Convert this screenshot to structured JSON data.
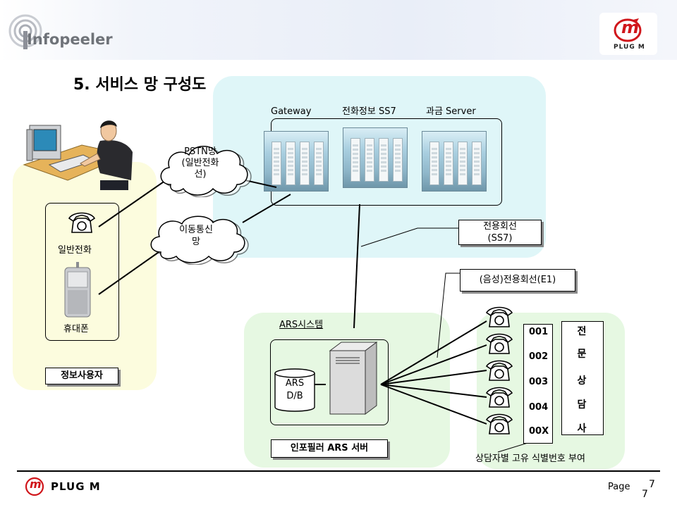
{
  "header": {
    "logo_text": "Infopeeler",
    "brand_mark": "m",
    "brand_text": "PLUG M",
    "slide_title": "5. 서비스 망 구성도"
  },
  "footer": {
    "brand_text": "PLUG M",
    "page_label": "Page",
    "page_number": "7",
    "page_number_dup": "7"
  },
  "diagram": {
    "servers": {
      "gateway": "Gateway",
      "ss7": "전화정보 SS7",
      "billing": "과금 Server"
    },
    "clouds": {
      "pstn": [
        "PSTN망",
        "(일반전화",
        "선)"
      ],
      "mobile": [
        "이동통신",
        "망"
      ]
    },
    "user": {
      "phone": "일반전화",
      "mobile": "휴대폰",
      "group": "정보사용자"
    },
    "lines": {
      "dedicated_ss7": [
        "전용회선",
        "(SS7)"
      ],
      "dedicated_e1": "(음성)전용회선(E1)"
    },
    "ars": {
      "system": "ARS시스템",
      "db": [
        "ARS",
        "D/B"
      ],
      "group": "인포필러 ARS 서버"
    },
    "consult": {
      "extensions": [
        "001",
        "002",
        "003",
        "004",
        "00X"
      ],
      "vertical": [
        "전",
        "문",
        "상",
        "담",
        "사"
      ],
      "caption": "상담자별 고유 식별번호 부여"
    }
  }
}
